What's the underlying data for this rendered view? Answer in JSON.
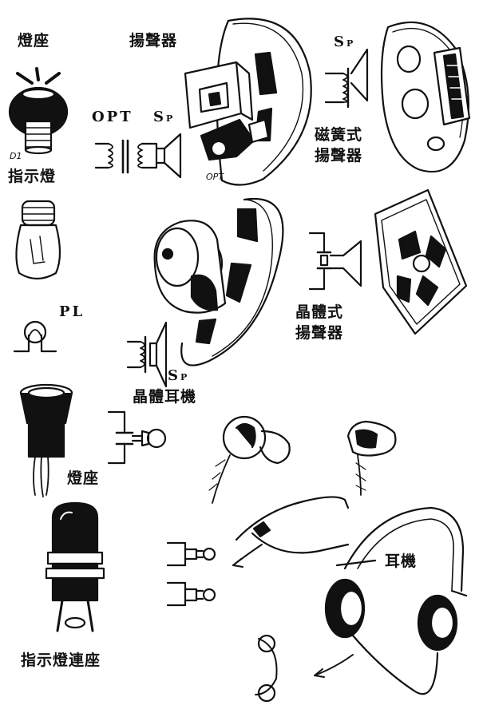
{
  "labels": {
    "lamp_socket_top": "燈座",
    "d1": "D1",
    "indicator_lamp": "指示燈",
    "loudspeaker": "揚聲器",
    "opt_symbol": "OPT",
    "sp_symbol_1": "S",
    "sp_sub_1": "P",
    "opt_small": "OPT",
    "sp_symbol_2": "S",
    "sp_sub_2": "P",
    "magnetic_speaker_l1": "磁簧式",
    "magnetic_speaker_l2": "揚聲器",
    "pl_symbol": "PL",
    "sp_symbol_3": "S",
    "sp_sub_3": "P",
    "crystal_speaker_l1": "晶體式",
    "crystal_speaker_l2": "揚聲器",
    "crystal_earphone": "晶體耳機",
    "lamp_socket_bottom": "燈座",
    "indicator_lamp_socket": "指示燈連座",
    "headphones": "耳機"
  },
  "colors": {
    "ink": "#111111",
    "paper": "#ffffff"
  }
}
